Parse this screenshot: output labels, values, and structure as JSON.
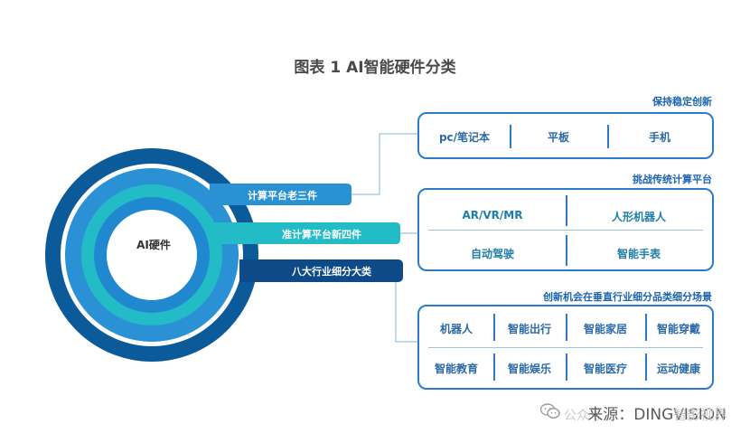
{
  "title": "图表 1 AI智能硬件分类",
  "center": "AI硬件",
  "rings": [
    {
      "label": "计算平台老三件"
    },
    {
      "label": "准计算平台新四件"
    },
    {
      "label": "八大行业细分大类"
    }
  ],
  "groups": [
    {
      "title": "保持稳定创新",
      "items": [
        "pc/笔记本",
        "平板",
        "手机"
      ]
    },
    {
      "title": "挑战传统计算平台",
      "items": [
        "AR/VR/MR",
        "人形机器人",
        "自动驾驶",
        "智能手表"
      ]
    },
    {
      "title": "创新机会在垂直行业细分品类细分场景",
      "items": [
        "机器人",
        "智能出行",
        "智能家居",
        "智能穿戴",
        "智能教育",
        "智能娱乐",
        "智能医疗",
        "运动健康"
      ]
    }
  ],
  "watermark": {
    "prefix": "公众号 ·",
    "text": "来源：DINGVISION",
    "ghost": "智影视界"
  },
  "colors": {
    "dark_blue": "#0b5a99",
    "mid_blue": "#1f88cf",
    "teal": "#23bcc6",
    "navy": "#0d4a87",
    "box_border": "#2b7bc8"
  }
}
